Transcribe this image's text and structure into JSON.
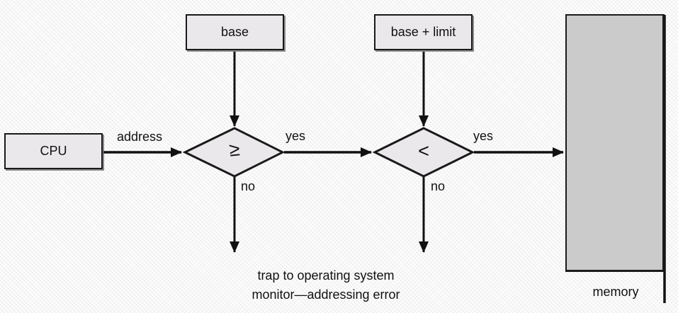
{
  "diagram": {
    "title_semantic": "hardware address protection with base and limit registers",
    "nodes": {
      "cpu": {
        "label": "CPU"
      },
      "base": {
        "label": "base"
      },
      "base_limit": {
        "label": "base + limit"
      },
      "memory": {
        "label": "memory"
      },
      "check_ge": {
        "symbol": "≥"
      },
      "check_lt": {
        "symbol": "<"
      }
    },
    "edge_labels": {
      "address": "address",
      "yes_1": "yes",
      "yes_2": "yes",
      "no_1": "no",
      "no_2": "no"
    },
    "trap": {
      "line1": "trap to operating system",
      "line2": "monitor—addressing error"
    },
    "colors": {
      "box_fill": "#eae8ea",
      "memory_fill": "#cccbcc",
      "line": "#111111",
      "background": "#fdfdfd"
    }
  }
}
